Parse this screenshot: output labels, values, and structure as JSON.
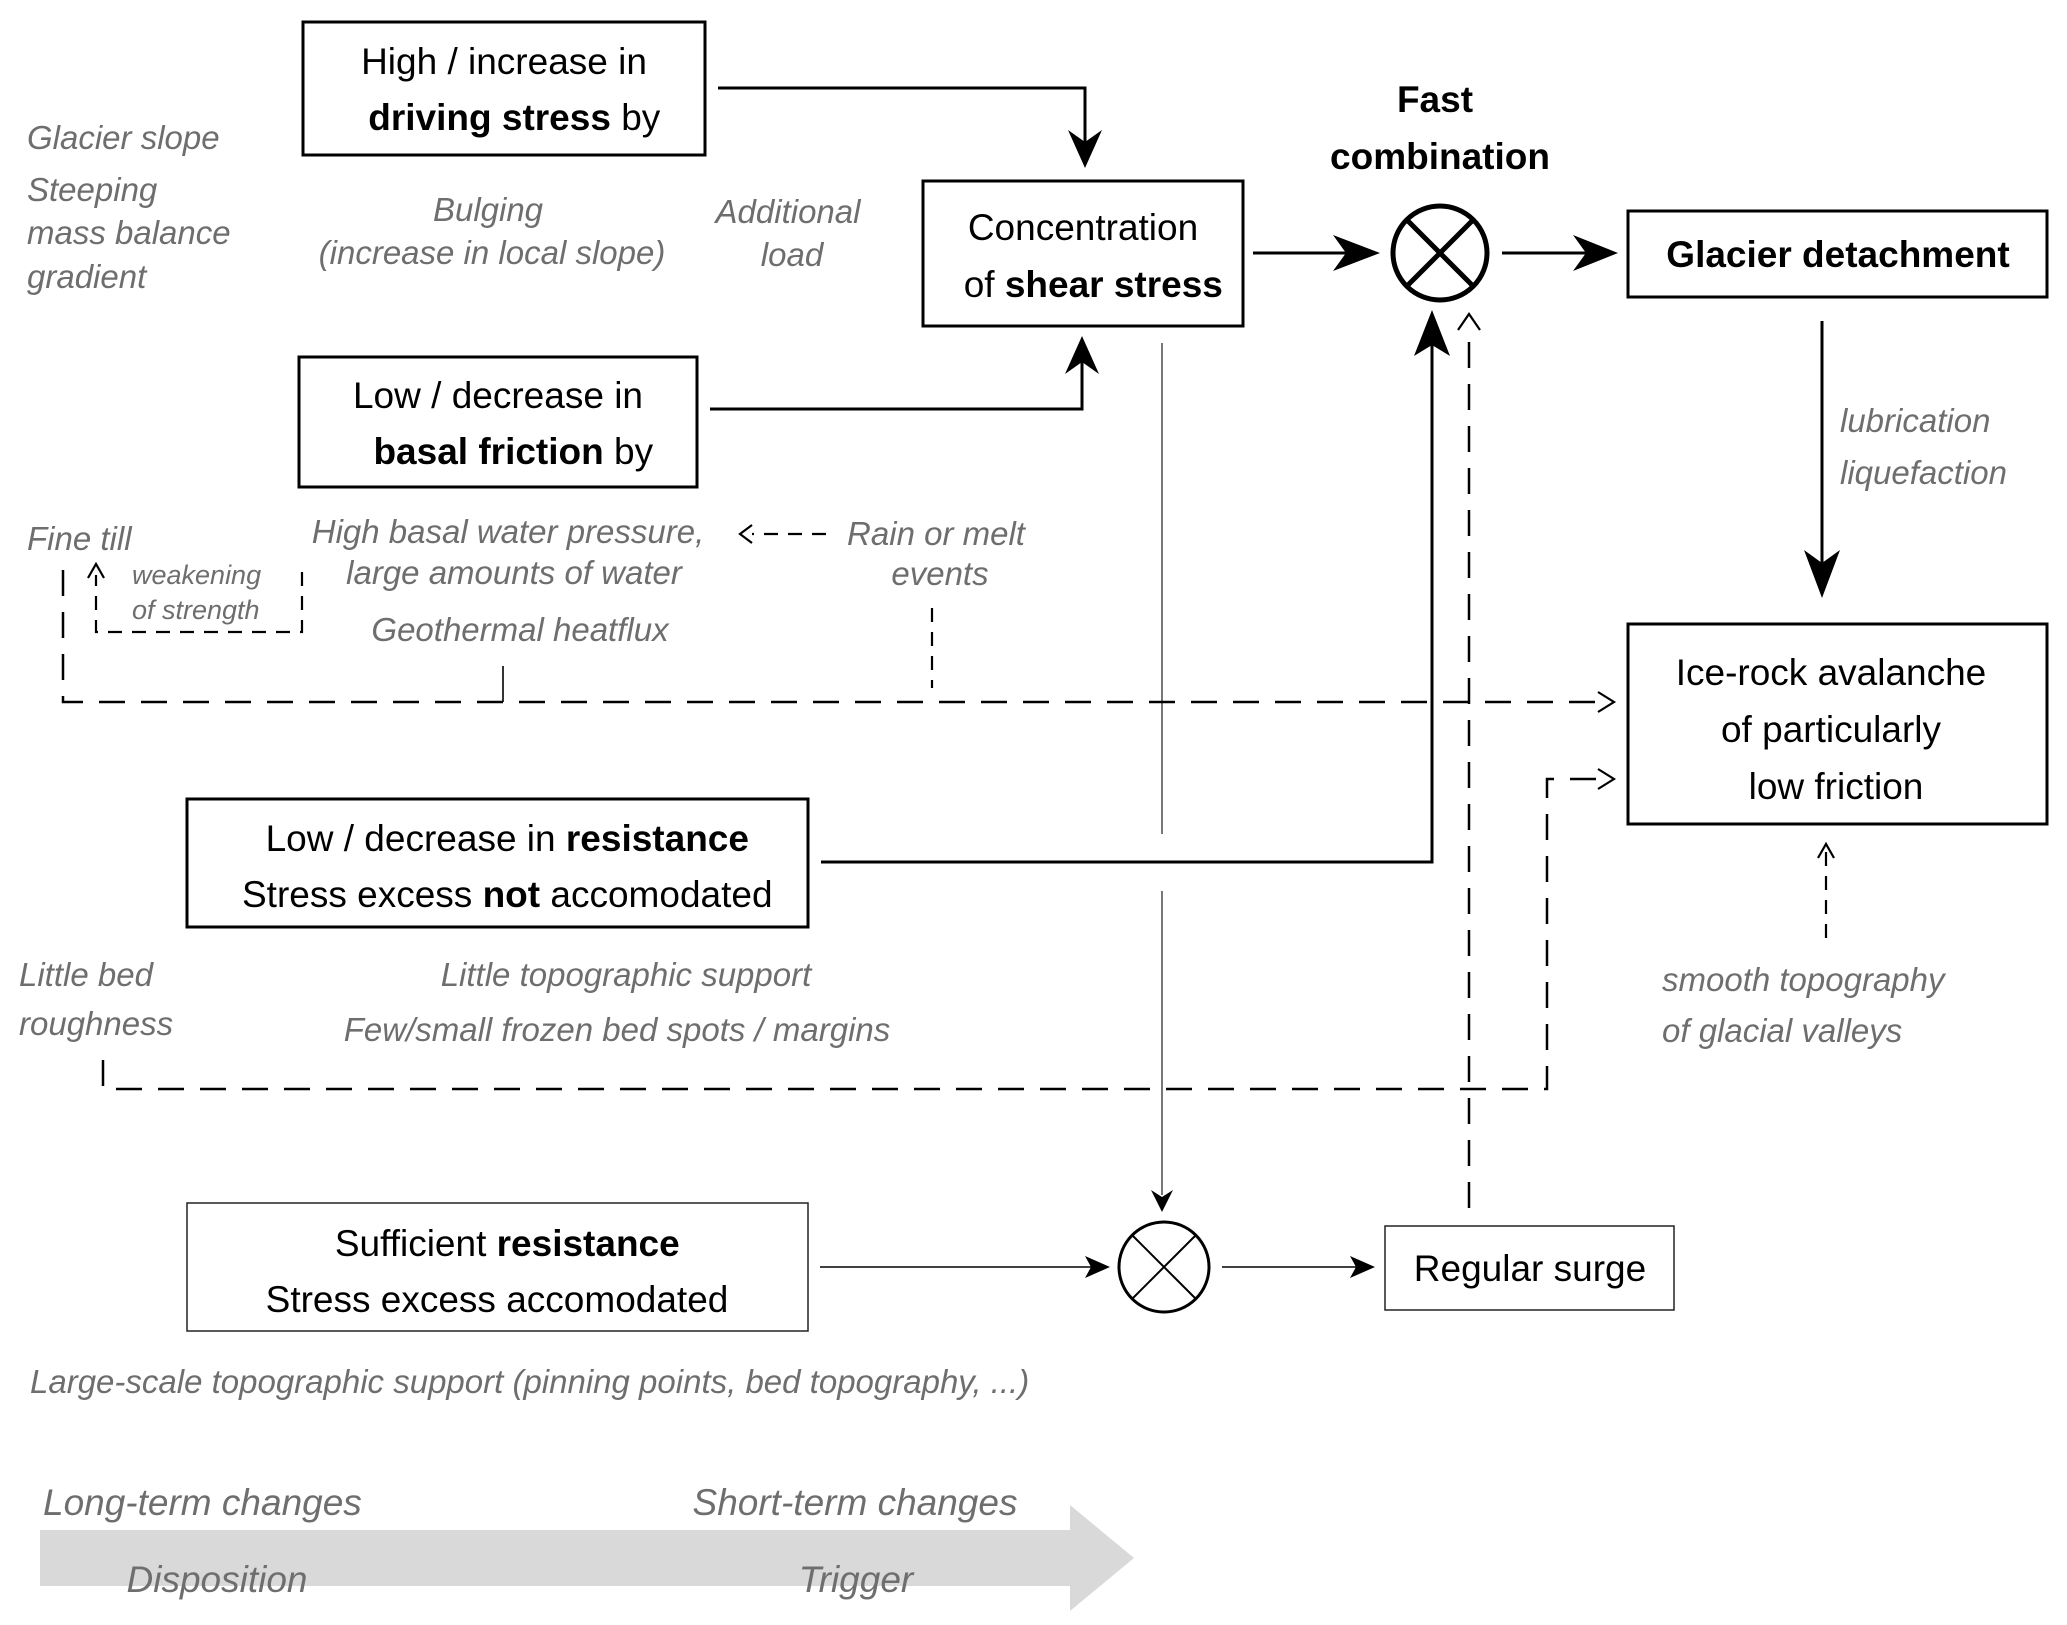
{
  "boxes": {
    "driving_stress": {
      "line1": "High / increase in",
      "line2_bold": "driving stress",
      "line2_rest": " by"
    },
    "basal_friction": {
      "line1": "Low / decrease in",
      "line2_bold": "basal friction",
      "line2_rest": " by"
    },
    "shear_stress": {
      "line1": "Concentration",
      "line2_pre": "of ",
      "line2_bold": "shear stress"
    },
    "low_resistance": {
      "line1_pre": "Low / decrease in ",
      "line1_bold": "resistance",
      "line2_pre": "Stress excess ",
      "line2_bold": "not",
      "line2_rest": " accomodated"
    },
    "sufficient_resistance": {
      "line1_pre": "Sufficient ",
      "line1_bold": "resistance",
      "line2": "Stress excess accomodated"
    },
    "glacier_detachment": {
      "label": "Glacier detachment"
    },
    "ice_rock_avalanche": {
      "line1": "Ice-rock avalanche",
      "line2": "of particularly",
      "line3": "low friction"
    },
    "regular_surge": {
      "label": "Regular surge"
    }
  },
  "combinators": {
    "fast": {
      "title_line1": "Fast",
      "title_line2": "combination",
      "symbol": "circled-x"
    },
    "slow": {
      "symbol": "circled-x"
    }
  },
  "notes": {
    "glacier_slope": "Glacier slope",
    "steeping_1": "Steeping",
    "steeping_2": "mass balance",
    "steeping_3": "gradient",
    "bulging_1": "Bulging",
    "bulging_2": "(increase in local slope)",
    "additional_1": "Additional",
    "additional_2": "load",
    "fine_till": "Fine till",
    "weakening_1": "weakening",
    "weakening_2": "of strength",
    "water_1": "High basal water pressure,",
    "water_2": "large amounts of water",
    "rain_1": "Rain or melt",
    "rain_2": "events",
    "geothermal": "Geothermal heatflux",
    "lubrication": "lubrication",
    "liquefaction": "liquefaction",
    "bed_roughness_1": "Little bed",
    "bed_roughness_2": "roughness",
    "topo_support": "Little topographic support",
    "frozen_spots": "Few/small frozen bed spots / margins",
    "smooth_topo_1": "smooth topography",
    "smooth_topo_2": "of glacial valleys",
    "large_scale": "Large-scale topographic support (pinning points, bed topography, ...)"
  },
  "timeline": {
    "long_term": "Long-term changes",
    "short_term": "Short-term changes",
    "disposition": "Disposition",
    "trigger": "Trigger"
  }
}
